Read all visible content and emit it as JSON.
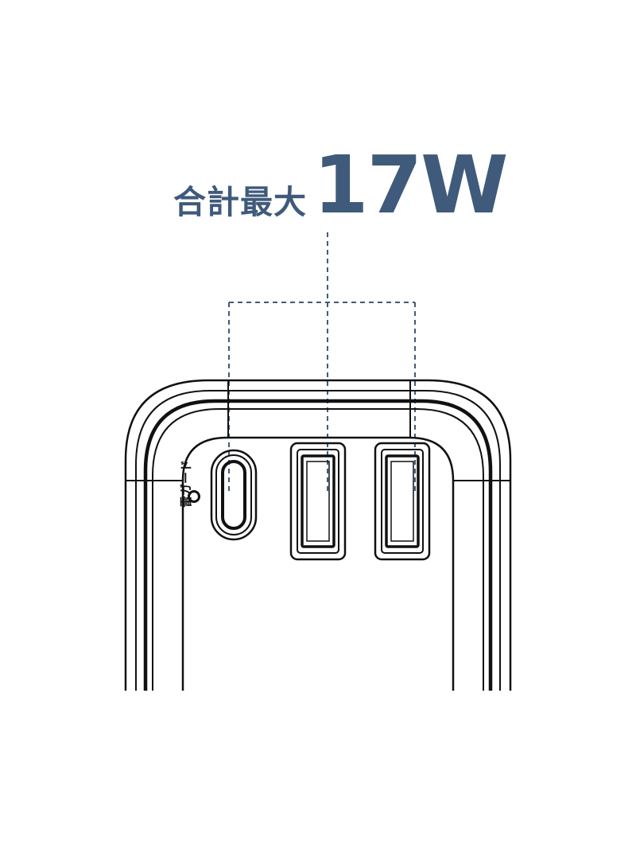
{
  "headline": {
    "label": "合計最大",
    "value": "17W"
  },
  "device": {
    "side_label": "雷ガード"
  },
  "colors": {
    "accent": "#3f5a7b",
    "line": "#111111",
    "background": "#ffffff"
  },
  "icons": [
    "usb-c-port-icon",
    "usb-a-port-icon",
    "power-indicator-icon"
  ]
}
